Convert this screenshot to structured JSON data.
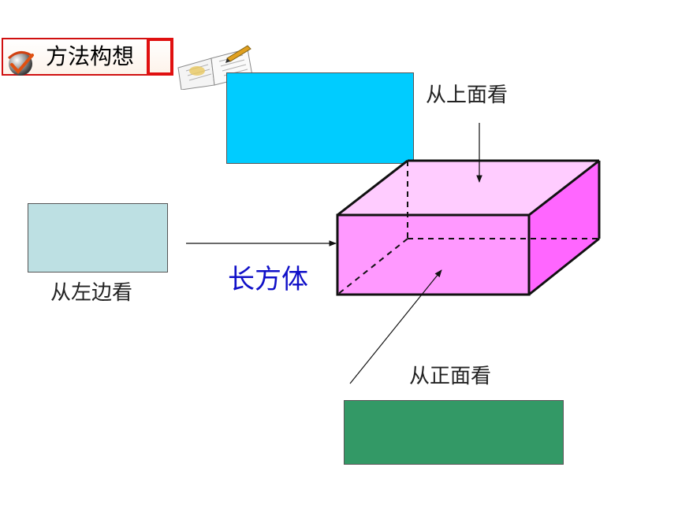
{
  "header": {
    "title": "方法构想",
    "icon": "globe-check-icon",
    "decoration": "open-book-icon",
    "border_color": "#d01010"
  },
  "solid": {
    "name": "长方体",
    "name_color": "#1010c8",
    "front_color": "#ff99ff",
    "top_color": "#ffccff",
    "side_color": "#ff66ff",
    "edge_color": "#111111"
  },
  "views": {
    "top": {
      "label": "从上面看",
      "color": "#00ccff"
    },
    "left": {
      "label": "从左边看",
      "color": "#bde0e3"
    },
    "front": {
      "label": "从正面看",
      "color": "#339966"
    }
  }
}
